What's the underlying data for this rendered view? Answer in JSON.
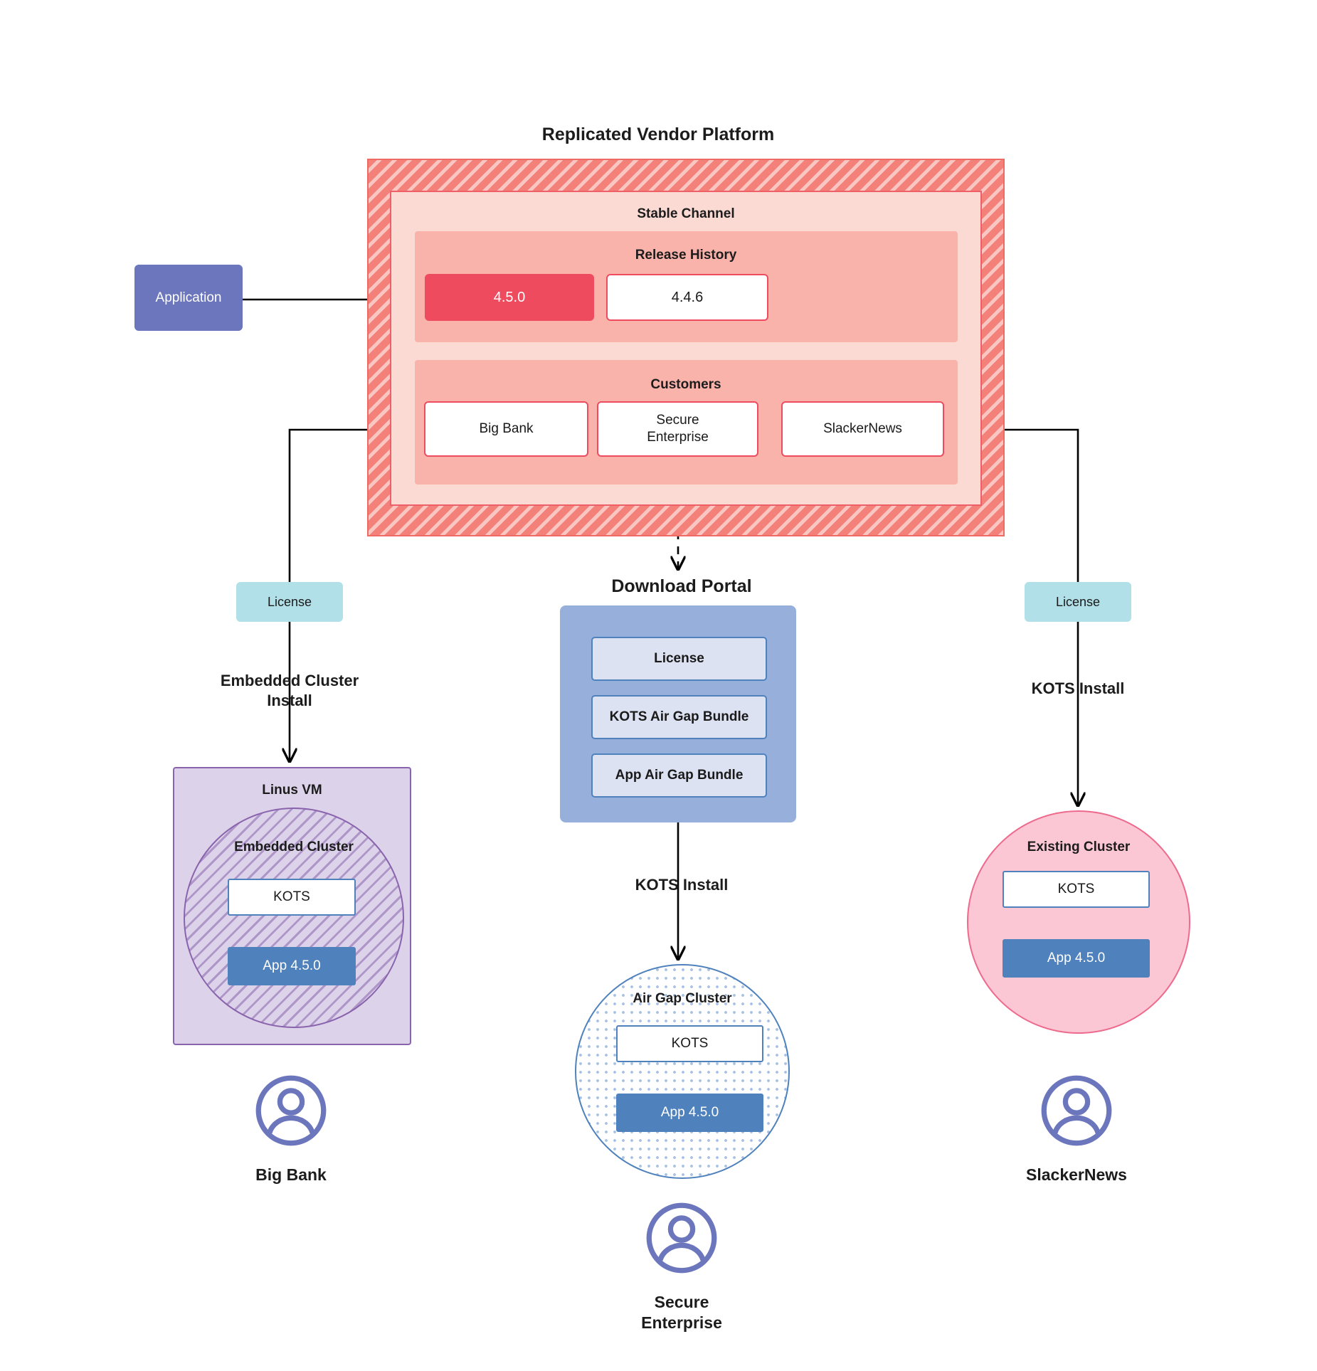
{
  "diagram": {
    "platform": {
      "title": "Replicated Vendor Platform",
      "channel_label": "Stable Channel",
      "release_history_label": "Release History",
      "releases": [
        {
          "version": "4.5.0",
          "state": "current"
        },
        {
          "version": "4.4.6",
          "state": "previous"
        }
      ],
      "customers_label": "Customers",
      "customers": [
        {
          "name": "Big Bank"
        },
        {
          "name": "Secure\nEnterprise"
        },
        {
          "name": "SlackerNews"
        }
      ]
    },
    "application": {
      "label": "Application"
    },
    "licenses": {
      "left_label": "License",
      "right_label": "License"
    },
    "edge_labels": {
      "embedded_cluster_install": "Embedded Cluster\nInstall",
      "kots_install_right": "KOTS Install",
      "kots_install_center": "KOTS Install"
    },
    "download_portal": {
      "title": "Download  Portal",
      "items": [
        {
          "label": "License"
        },
        {
          "label": "KOTS Air Gap Bundle"
        },
        {
          "label": "App Air Gap Bundle"
        }
      ]
    },
    "left_stack": {
      "vm_label": "Linus VM",
      "cluster_label": "Embedded Cluster",
      "kots_label": "KOTS",
      "app_label": "App 4.5.0"
    },
    "center_stack": {
      "cluster_label": "Air Gap Cluster",
      "kots_label": "KOTS",
      "app_label": "App 4.5.0"
    },
    "right_stack": {
      "cluster_label": "Existing Cluster",
      "kots_label": "KOTS",
      "app_label": "App 4.5.0"
    },
    "end_users": [
      {
        "name": "Big Bank",
        "icon": "user-avatar-icon"
      },
      {
        "name": "Secure\nEnterprise",
        "icon": "user-avatar-icon"
      },
      {
        "name": "SlackerNews",
        "icon": "user-avatar-icon"
      }
    ],
    "colors": {
      "platform_hatch": "#f38079",
      "channel_bg": "#fbdad4",
      "section_bg": "#f9b3aa",
      "release_current": "#ee4c5e",
      "application": "#6b76bc",
      "license": "#b2e0e8",
      "portal_bg": "#96b0db",
      "portal_item": "#dce2f2",
      "kots_border": "#4f82bc",
      "app_chip": "#4f82bc",
      "vm_bg": "#dcd3ea",
      "vm_border": "#8a63ad",
      "existing_cluster": "#fbc7d4",
      "existing_cluster_border": "#ee6a8d",
      "avatar": "#6b76bc",
      "edge": "#000000"
    }
  }
}
